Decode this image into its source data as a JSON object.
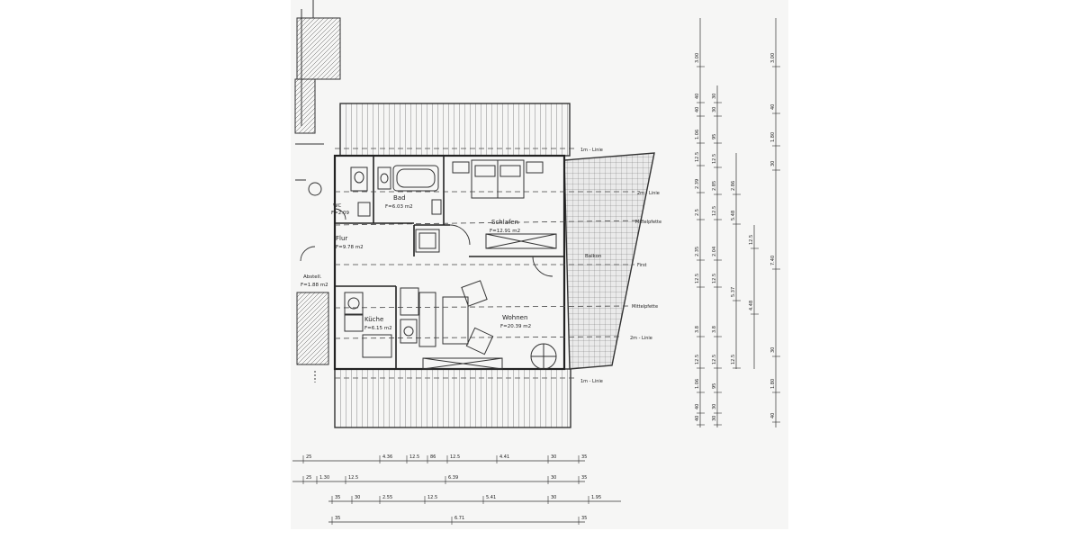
{
  "rooms": {
    "bad": {
      "name": "Bad",
      "area": "F=6.03 m2"
    },
    "wc": {
      "name": "WC",
      "area": "F=2.09"
    },
    "schlafen": {
      "name": "Schlafen",
      "area": "F=12.91 m2"
    },
    "flur": {
      "name": "Flur",
      "area": "F=9.78 m2"
    },
    "abstell": {
      "name": "Abstell.",
      "area": "F=1.88 m2"
    },
    "kueche": {
      "name": "Küche",
      "area": "F=6.15 m2"
    },
    "wohnen": {
      "name": "Wohnen",
      "area": "F=20.39 m2"
    },
    "balkon": {
      "name": "Balkon"
    }
  },
  "annotations": {
    "line_1m_top": "1m - Linie",
    "line_2m_top": "2m - Linie",
    "mittelpfette_top": "Mittelpfette",
    "first": "First",
    "mittelpfette_bottom": "Mittelpfette",
    "line_2m_bottom": "2m - Linie",
    "line_1m_bottom": "1m - Linie"
  },
  "dimensions_bottom": {
    "row1": [
      "25",
      "4.36",
      "12.5",
      "86",
      "12.5",
      "4.41",
      "30",
      "35"
    ],
    "row2": [
      "25",
      "1.30",
      "12.5",
      "6.39",
      "30",
      "35"
    ],
    "row3": [
      "35",
      "30",
      "2.55",
      "12.5",
      "5.41",
      "30",
      "1.95"
    ],
    "row4": [
      "35",
      "6.71",
      "35"
    ]
  },
  "dimensions_right": {
    "col1": [
      "3.00",
      "40",
      "40",
      "1.06",
      "12.5",
      "2.39",
      "2.5",
      "2.35",
      "12.5",
      "3.8",
      "12.5",
      "1.06",
      "40",
      "40"
    ],
    "col2": [
      "30",
      "30",
      "95",
      "12.5",
      "2.85",
      "12.5",
      "2.04",
      "12.5",
      "3.8",
      "12.5",
      "95",
      "30",
      "30"
    ],
    "col3": [
      "2.86",
      "5.48",
      "5.37",
      "12.5"
    ],
    "col4": [
      "12.5",
      "4.48"
    ],
    "col5": [
      "3.00",
      "40",
      "1.80",
      "30",
      "7.40",
      "30",
      "1.80",
      "40"
    ]
  }
}
